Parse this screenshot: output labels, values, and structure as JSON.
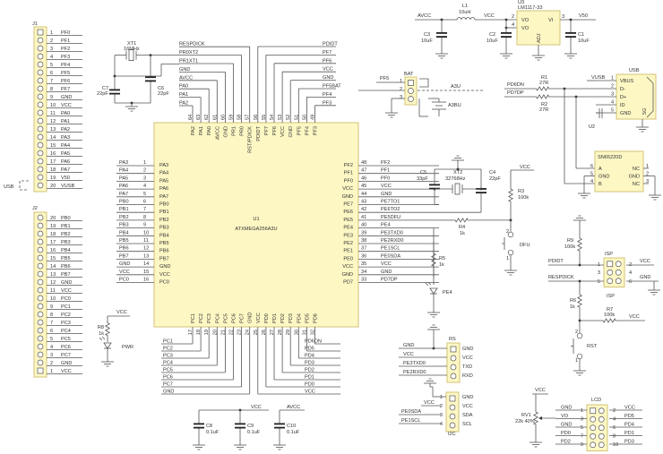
{
  "colors": {
    "body_fill": "#fdf7c4",
    "body_stroke": "#d3c374",
    "wire": "#555555"
  },
  "j1": {
    "ref": "J1",
    "usb_flag": "USB",
    "pins": [
      {
        "num": "1",
        "net": "PF0"
      },
      {
        "num": "2",
        "net": "PF1"
      },
      {
        "num": "3",
        "net": "PF2"
      },
      {
        "num": "4",
        "net": "PF3"
      },
      {
        "num": "5",
        "net": "PF4"
      },
      {
        "num": "6",
        "net": "PF5"
      },
      {
        "num": "7",
        "net": "PF6"
      },
      {
        "num": "8",
        "net": "PF7"
      },
      {
        "num": "9",
        "net": "GND"
      },
      {
        "num": "10",
        "net": "VCC"
      },
      {
        "num": "11",
        "net": "PA0"
      },
      {
        "num": "12",
        "net": "PA1"
      },
      {
        "num": "13",
        "net": "PA2"
      },
      {
        "num": "14",
        "net": "PA3"
      },
      {
        "num": "15",
        "net": "PA4"
      },
      {
        "num": "16",
        "net": "PA5"
      },
      {
        "num": "17",
        "net": "PA6"
      },
      {
        "num": "18",
        "net": "PA7"
      },
      {
        "num": "19",
        "net": "V50"
      },
      {
        "num": "20",
        "net": "VUSB"
      }
    ]
  },
  "j2": {
    "ref": "J2",
    "pins": [
      {
        "num": "20",
        "net": "PB0"
      },
      {
        "num": "19",
        "net": "PB1"
      },
      {
        "num": "18",
        "net": "PB2"
      },
      {
        "num": "17",
        "net": "PB3"
      },
      {
        "num": "16",
        "net": "PB4"
      },
      {
        "num": "15",
        "net": "PB5"
      },
      {
        "num": "14",
        "net": "PB6"
      },
      {
        "num": "13",
        "net": "PB7"
      },
      {
        "num": "12",
        "net": "GND"
      },
      {
        "num": "11",
        "net": "VCC"
      },
      {
        "num": "10",
        "net": "PC0"
      },
      {
        "num": "9",
        "net": "PC1"
      },
      {
        "num": "8",
        "net": "PC2"
      },
      {
        "num": "7",
        "net": "PC3"
      },
      {
        "num": "6",
        "net": "PC4"
      },
      {
        "num": "5",
        "net": "PC5"
      },
      {
        "num": "4",
        "net": "PC6"
      },
      {
        "num": "3",
        "net": "PC7"
      },
      {
        "num": "2",
        "net": "GND"
      },
      {
        "num": "1",
        "net": "VCC"
      }
    ]
  },
  "u1": {
    "ref": "U1",
    "part": "ATXMEGA256A3U",
    "left_pins": [
      {
        "num": "1",
        "name": "PA3",
        "net": "PA3"
      },
      {
        "num": "2",
        "name": "PA4",
        "net": "PA4"
      },
      {
        "num": "3",
        "name": "PA5",
        "net": "PA5"
      },
      {
        "num": "4",
        "name": "PA6",
        "net": "PA6"
      },
      {
        "num": "5",
        "name": "PA7",
        "net": "PA7"
      },
      {
        "num": "6",
        "name": "PB0",
        "net": "PB0"
      },
      {
        "num": "7",
        "name": "PB1",
        "net": "PB1"
      },
      {
        "num": "8",
        "name": "PB2",
        "net": "PB2"
      },
      {
        "num": "9",
        "name": "PB3",
        "net": "PB3"
      },
      {
        "num": "10",
        "name": "PB4",
        "net": "PB4"
      },
      {
        "num": "11",
        "name": "PB5",
        "net": "PB5"
      },
      {
        "num": "12",
        "name": "PB6",
        "net": "PB6"
      },
      {
        "num": "13",
        "name": "PB7",
        "net": "PB7"
      },
      {
        "num": "14",
        "name": "GND",
        "net": "GND"
      },
      {
        "num": "15",
        "name": "VCC",
        "net": "VCC"
      },
      {
        "num": "16",
        "name": "PC0",
        "net": "PC0"
      }
    ],
    "right_pins": [
      {
        "num": "48",
        "name": "PF2",
        "net": "PF2"
      },
      {
        "num": "47",
        "name": "PF1",
        "net": "PF1"
      },
      {
        "num": "46",
        "name": "PF0",
        "net": "PF0"
      },
      {
        "num": "45",
        "name": "VCC",
        "net": "VCC"
      },
      {
        "num": "44",
        "name": "GND",
        "net": "GND"
      },
      {
        "num": "43",
        "name": "PE7",
        "net": "PE7TO1"
      },
      {
        "num": "42",
        "name": "PE6",
        "net": "PE6TO2"
      },
      {
        "num": "41",
        "name": "PE5",
        "net": "PE5DFU"
      },
      {
        "num": "40",
        "name": "PE4",
        "net": "PE4"
      },
      {
        "num": "39",
        "name": "PE3",
        "net": "PE3TXD0"
      },
      {
        "num": "38",
        "name": "PE2",
        "net": "PE2RXD0"
      },
      {
        "num": "37",
        "name": "PE1",
        "net": "PE1SCL"
      },
      {
        "num": "36",
        "name": "PE0",
        "net": "PE0SDA"
      },
      {
        "num": "35",
        "name": "VCC",
        "net": "VCC"
      },
      {
        "num": "34",
        "name": "GND",
        "net": "GND"
      },
      {
        "num": "33",
        "name": "PD7",
        "net": "PD7DP"
      }
    ],
    "top_pins": [
      {
        "num": "64",
        "name": "PA2",
        "net": "PA2"
      },
      {
        "num": "63",
        "name": "PA1",
        "net": "PA1"
      },
      {
        "num": "62",
        "name": "PA0",
        "net": "PA0"
      },
      {
        "num": "61",
        "name": "AVCC",
        "net": "AVCC"
      },
      {
        "num": "60",
        "name": "GND",
        "net": "GND"
      },
      {
        "num": "59",
        "name": "PR1",
        "net": "PR1XT1"
      },
      {
        "num": "58",
        "name": "PR0",
        "net": "PR0XT2"
      },
      {
        "num": "57",
        "name": "RST/PDICK",
        "net": "RESPDICK"
      },
      {
        "num": "56",
        "name": "PDIDT",
        "net": "PDIDT"
      },
      {
        "num": "55",
        "name": "PF7",
        "net": "PF7"
      },
      {
        "num": "54",
        "name": "PF6",
        "net": "PF6"
      },
      {
        "num": "53",
        "name": "VCC",
        "net": "VCC"
      },
      {
        "num": "52",
        "name": "GND",
        "net": "GND"
      },
      {
        "num": "51",
        "name": "PF5",
        "net": "PF5BAT"
      },
      {
        "num": "50",
        "name": "PF4",
        "net": "PF4"
      },
      {
        "num": "49",
        "name": "PF3",
        "net": "PF3"
      }
    ],
    "bottom_pins": [
      {
        "num": "17",
        "name": "PC1",
        "net": "PC1"
      },
      {
        "num": "18",
        "name": "PC2",
        "net": "PC2"
      },
      {
        "num": "19",
        "name": "PC3",
        "net": "PC3"
      },
      {
        "num": "20",
        "name": "PC4",
        "net": "PC4"
      },
      {
        "num": "21",
        "name": "PC5",
        "net": "PC5"
      },
      {
        "num": "22",
        "name": "PC6",
        "net": "PC6"
      },
      {
        "num": "23",
        "name": "PC7",
        "net": "PC7"
      },
      {
        "num": "24",
        "name": "GND",
        "net": "GND"
      },
      {
        "num": "25",
        "name": "VCC",
        "net": "VCC"
      },
      {
        "num": "26",
        "name": "PD0",
        "net": "PD0"
      },
      {
        "num": "27",
        "name": "PD1",
        "net": "PD1"
      },
      {
        "num": "28",
        "name": "PD2",
        "net": "PD2"
      },
      {
        "num": "29",
        "name": "PD3",
        "net": "PD3"
      },
      {
        "num": "30",
        "name": "PD4",
        "net": "PD4"
      },
      {
        "num": "31",
        "name": "PD5",
        "net": "PD5"
      },
      {
        "num": "32",
        "name": "PD6",
        "net": "PD6DN"
      }
    ]
  },
  "xt1": {
    "ref": "XT1",
    "value": "16MHz"
  },
  "c7": {
    "ref": "C7",
    "value": "22pF"
  },
  "c6": {
    "ref": "C6",
    "value": "22pF"
  },
  "power": {
    "avcc": "AVCC",
    "vcc": "VCC",
    "v50": "V50",
    "l1": {
      "ref": "L1",
      "value": "10uH"
    },
    "c3": {
      "ref": "C3",
      "value": "10uF"
    },
    "c2": {
      "ref": "C2",
      "value": "10uF"
    },
    "c1": {
      "ref": "C1",
      "value": "10uF"
    },
    "u3": {
      "ref": "U3",
      "part": "LM1117-33",
      "vo": "VO",
      "vo2": "VO",
      "vi": "VI",
      "adj": "ADJ",
      "pin2": "2",
      "pin4": "4",
      "pin3": "3"
    }
  },
  "bat": {
    "ref": "BAT",
    "net": "PF5",
    "pins": [
      "1",
      "2",
      "3"
    ],
    "a3u": "A3U",
    "a3bu": "A3BU"
  },
  "usb": {
    "ref": "USB",
    "vusb": "VUSB",
    "u2": "U2",
    "shield": "5G",
    "pins": [
      {
        "num": "1",
        "name": "VBUS"
      },
      {
        "num": "2",
        "name": "D-"
      },
      {
        "num": "3",
        "name": "D+"
      },
      {
        "num": "4",
        "name": "ID"
      },
      {
        "num": "5",
        "name": "GND"
      }
    ],
    "r1": {
      "ref": "R1",
      "value": "27R"
    },
    "r2": {
      "ref": "R2",
      "value": "27R"
    },
    "pd6dn": "PD6DN",
    "pd7dp": "PD7DP"
  },
  "sn65220": {
    "part": "SN65220D",
    "left": [
      {
        "num": "6",
        "name": "A"
      },
      {
        "num": "5",
        "name": "GND"
      },
      {
        "num": "4",
        "name": "B"
      }
    ],
    "right": [
      {
        "num": "1",
        "name": "NC"
      },
      {
        "num": "2",
        "name": "GND"
      },
      {
        "num": "3",
        "name": "NC"
      }
    ]
  },
  "xt2": {
    "ref": "XT2",
    "value": "32768Hz"
  },
  "c5": {
    "ref": "C5",
    "value": "33pF"
  },
  "c4": {
    "ref": "C4",
    "value": "22pF"
  },
  "r3": {
    "ref": "R3",
    "value": "100k"
  },
  "r4": {
    "ref": "R4",
    "value": "1k"
  },
  "r5": {
    "ref": "R5",
    "value": "1k"
  },
  "dfu": {
    "ref": "DFU",
    "vcc": "VCC",
    "pin2": "2",
    "pin1": "1"
  },
  "led_pe4": {
    "ref": "PE4"
  },
  "isp": {
    "ref": "ISP",
    "ref2": "ISP",
    "pdidt": "PDIDT",
    "respdick": "RESPDICK",
    "vcc": "VCC",
    "gnd": "GND",
    "pins": [
      "1",
      "2",
      "3",
      "4",
      "5",
      "6"
    ]
  },
  "r9": {
    "ref": "R9",
    "value": "100k"
  },
  "r6": {
    "ref": "R6",
    "value": "1k"
  },
  "r7": {
    "ref": "R7",
    "value": "100k",
    "vcc": "VCC"
  },
  "rst": {
    "ref": "RST",
    "pin2": "2",
    "pin1": "1"
  },
  "rs": {
    "ref": "RS",
    "left": [
      "GND",
      "VCC",
      "PE3TXD0",
      "PE2RXD0"
    ],
    "right": [
      "GND",
      "VCC",
      "TXD",
      "RXD"
    ]
  },
  "i2c": {
    "ref": "I2C",
    "pins": [
      "1",
      "2",
      "3",
      "4"
    ],
    "left_vcc": "VCC",
    "left": [
      "PE0SDA",
      "PE1SCL"
    ],
    "right": [
      "GND",
      "VCC",
      "SDA",
      "SCL"
    ]
  },
  "lcd": {
    "ref": "LCD",
    "left": [
      {
        "num": "1",
        "net": "GND"
      },
      {
        "num": "3",
        "net": "VO"
      },
      {
        "num": "5",
        "net": "GND"
      },
      {
        "num": "7",
        "net": "PD0"
      },
      {
        "num": "9",
        "net": "PD2"
      }
    ],
    "right": [
      {
        "num": "2",
        "net": "VCC"
      },
      {
        "num": "4",
        "net": "PD5"
      },
      {
        "num": "6",
        "net": "PD4"
      },
      {
        "num": "8",
        "net": "PD1"
      },
      {
        "num": "10",
        "net": "PD3"
      }
    ]
  },
  "rv1": {
    "ref": "RV1",
    "value": "22k 40%",
    "vcc": "VCC"
  },
  "decoupling": {
    "vcc": "VCC",
    "avcc": "AVCC",
    "c8": {
      "ref": "C8",
      "value": "0.1uF"
    },
    "c9": {
      "ref": "C9",
      "value": "0.1uF"
    },
    "c10": {
      "ref": "C10",
      "value": "0.1uF"
    }
  },
  "pwr": {
    "vcc": "VCC",
    "r8": {
      "ref": "R8",
      "value": "1k"
    },
    "led": "PWR"
  }
}
